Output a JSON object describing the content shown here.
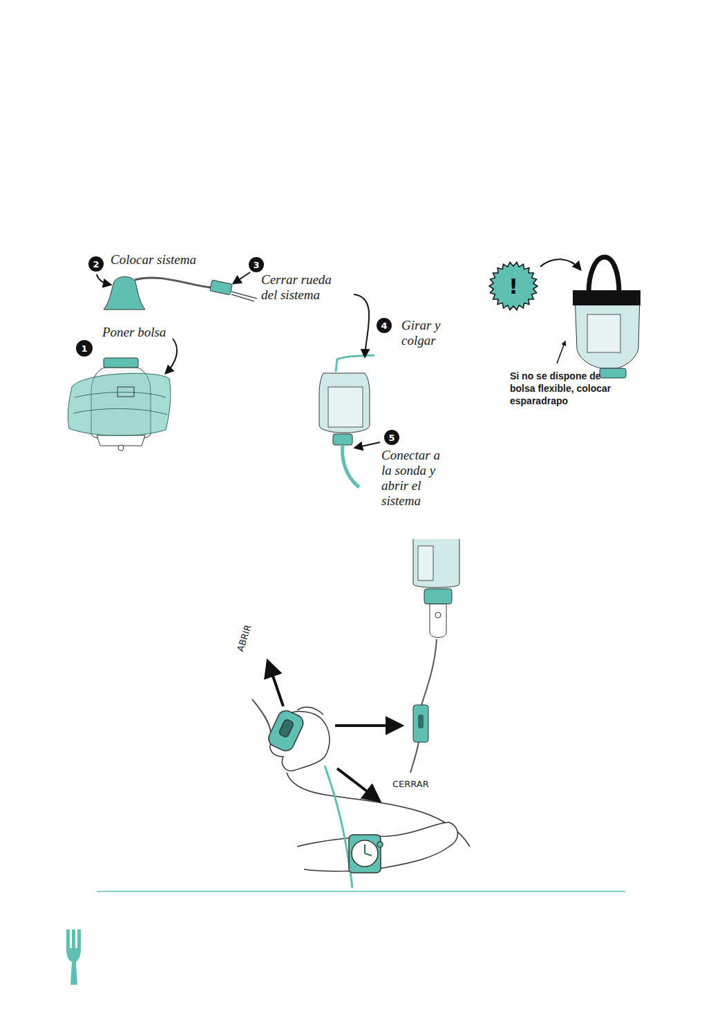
{
  "diagram": {
    "nodes": [
      {
        "text": [
          "2",
          "Colocar sistema"
        ]
      },
      {
        "text": [
          "3",
          "Cerrar rueda del sistema"
        ]
      },
      {
        "text": [
          "!"
        ]
      },
      {
        "text": [
          "1",
          "Poner bolsa"
        ]
      },
      {
        "text": [
          "4",
          "Girar y colgar"
        ]
      },
      {
        "text": [
          "5",
          "Conectar a la sonda y abrir el sistema"
        ]
      }
    ],
    "labels": [
      "Si no se dispone de bolsa flexible, colocar esparadrapo",
      "ABRIR",
      "CERRAR"
    ]
  }
}
